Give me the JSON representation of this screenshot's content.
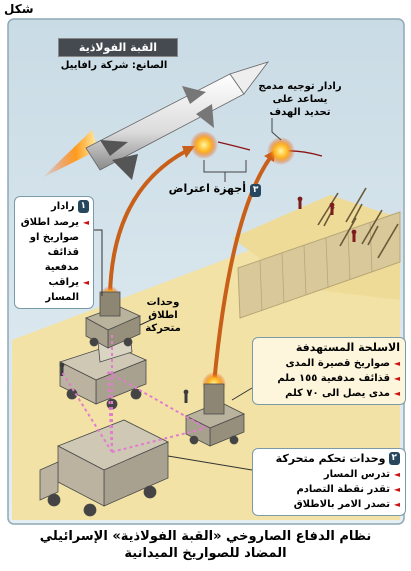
{
  "corner_label": "شكل",
  "title_box": {
    "name": "القبة الفولاذية",
    "maker": "الصانع: شركة رافاييل"
  },
  "radar_guidance_label": [
    "رادار توجيه مدمج",
    "يساعد على",
    "تحديد الهدف"
  ],
  "interceptors_label": {
    "number": "٣",
    "text": "أجهزة اعتراض"
  },
  "radar_panel": {
    "number": "١",
    "title": "رادار",
    "items": [
      "يرصد اطلاق صواريخ او قذائف مدفعية",
      "يراقب المسار"
    ]
  },
  "launch_units_label": [
    "وحدات",
    "اطلاق",
    "متحركة"
  ],
  "weapons_panel": {
    "title": "الاسلحة المستهدفة",
    "items": [
      "صواريخ قصيرة المدى",
      "قذائف مدفعية ١٥٥ ملم",
      "مدى يصل الى ٧٠ كلم"
    ]
  },
  "control_panel": {
    "number": "٢",
    "title": "وحدات تحكم متحركة",
    "items": [
      "تدرس المسار",
      "تقدر نقطة التصادم",
      "تصدر الامر بالاطلاق"
    ]
  },
  "caption": [
    "نظام الدفاع الصاروخي «القبة الفولاذية» الإسرائيلي",
    "المضاد للصواريخ الميدانية"
  ],
  "colors": {
    "background": "#d9e7ee",
    "frame": "#8fa9b6",
    "ground": "#f2e2a6",
    "wall": "#d8c89a",
    "arrow": "#c9601a",
    "link": "#e27ccf",
    "badge": "#27475e",
    "bullet": "#cc1111"
  }
}
